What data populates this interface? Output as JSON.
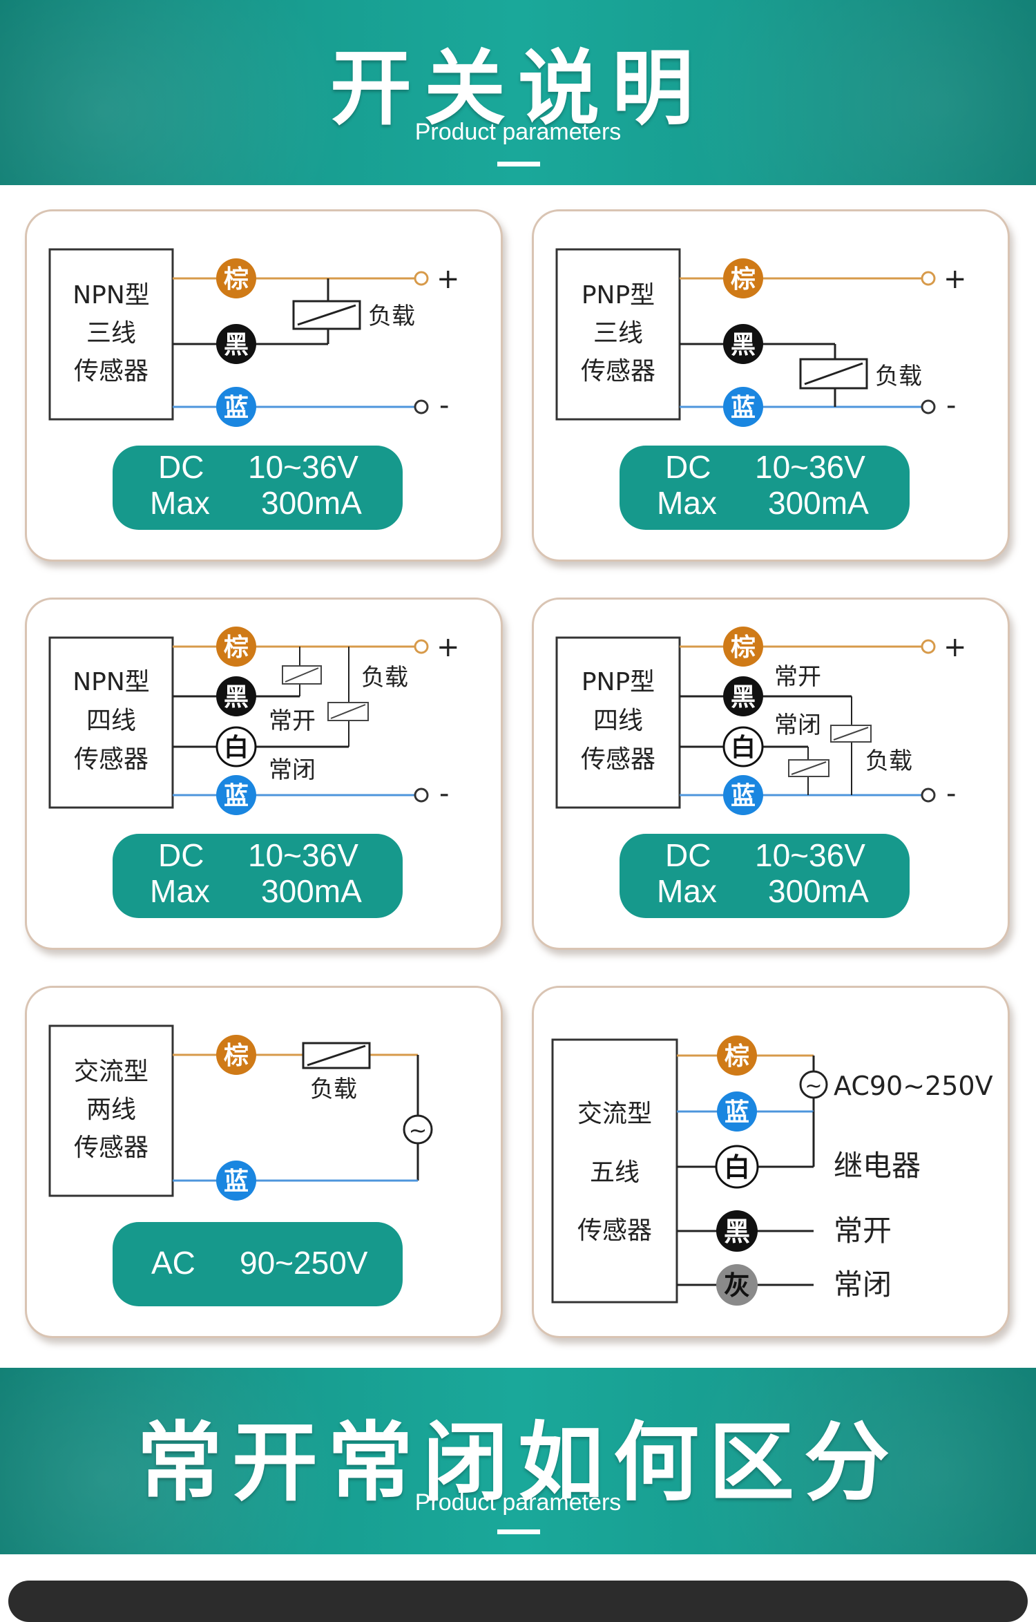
{
  "header": {
    "title": "开关说明",
    "subtitle": "Product parameters"
  },
  "wire_colors": {
    "brown": "#cf7a17",
    "black": "#111111",
    "white": "#ffffff",
    "blue": "#1a86e0",
    "gray": "#8a8a8a",
    "brown_line": "#d79a4a",
    "blue_line": "#4d95dc",
    "accent": "#16998c"
  },
  "cards": [
    {
      "sensor_label": [
        "NPN型",
        "三线",
        "传感器"
      ],
      "wires": [
        "棕",
        "黑",
        "蓝"
      ],
      "terminals": [
        "+",
        "-"
      ],
      "load": "负载",
      "spec": {
        "k1": "DC",
        "v1": "10~36V",
        "k2": "Max",
        "v2": "300mA"
      }
    },
    {
      "sensor_label": [
        "PNP型",
        "三线",
        "传感器"
      ],
      "wires": [
        "棕",
        "黑",
        "蓝"
      ],
      "terminals": [
        "+",
        "-"
      ],
      "load": "负载",
      "spec": {
        "k1": "DC",
        "v1": "10~36V",
        "k2": "Max",
        "v2": "300mA"
      }
    },
    {
      "sensor_label": [
        "NPN型",
        "四线",
        "传感器"
      ],
      "wires": [
        "棕",
        "黑",
        "白",
        "蓝"
      ],
      "terminals": [
        "+",
        "-"
      ],
      "load": "负载",
      "no": "常开",
      "nc": "常闭",
      "spec": {
        "k1": "DC",
        "v1": "10~36V",
        "k2": "Max",
        "v2": "300mA"
      }
    },
    {
      "sensor_label": [
        "PNP型",
        "四线",
        "传感器"
      ],
      "wires": [
        "棕",
        "黑",
        "白",
        "蓝"
      ],
      "terminals": [
        "+",
        "-"
      ],
      "load": "负载",
      "no": "常开",
      "nc": "常闭",
      "spec": {
        "k1": "DC",
        "v1": "10~36V",
        "k2": "Max",
        "v2": "300mA"
      }
    },
    {
      "sensor_label": [
        "交流型",
        "两线",
        "传感器"
      ],
      "wires": [
        "棕",
        "蓝"
      ],
      "load": "负载",
      "ac_symbol": "~",
      "spec": {
        "k1": "AC",
        "v1": "90~250V"
      }
    },
    {
      "sensor_label": [
        "交流型",
        "五线",
        "传感器"
      ],
      "wires": [
        "棕",
        "蓝",
        "白",
        "黑",
        "灰"
      ],
      "ac_symbol": "~",
      "supply": "AC90~250V",
      "relay": "继电器",
      "no": "常开",
      "nc": "常闭"
    }
  ],
  "section2": {
    "title": "常开常闭如何区分",
    "subtitle": "Product parameters"
  }
}
